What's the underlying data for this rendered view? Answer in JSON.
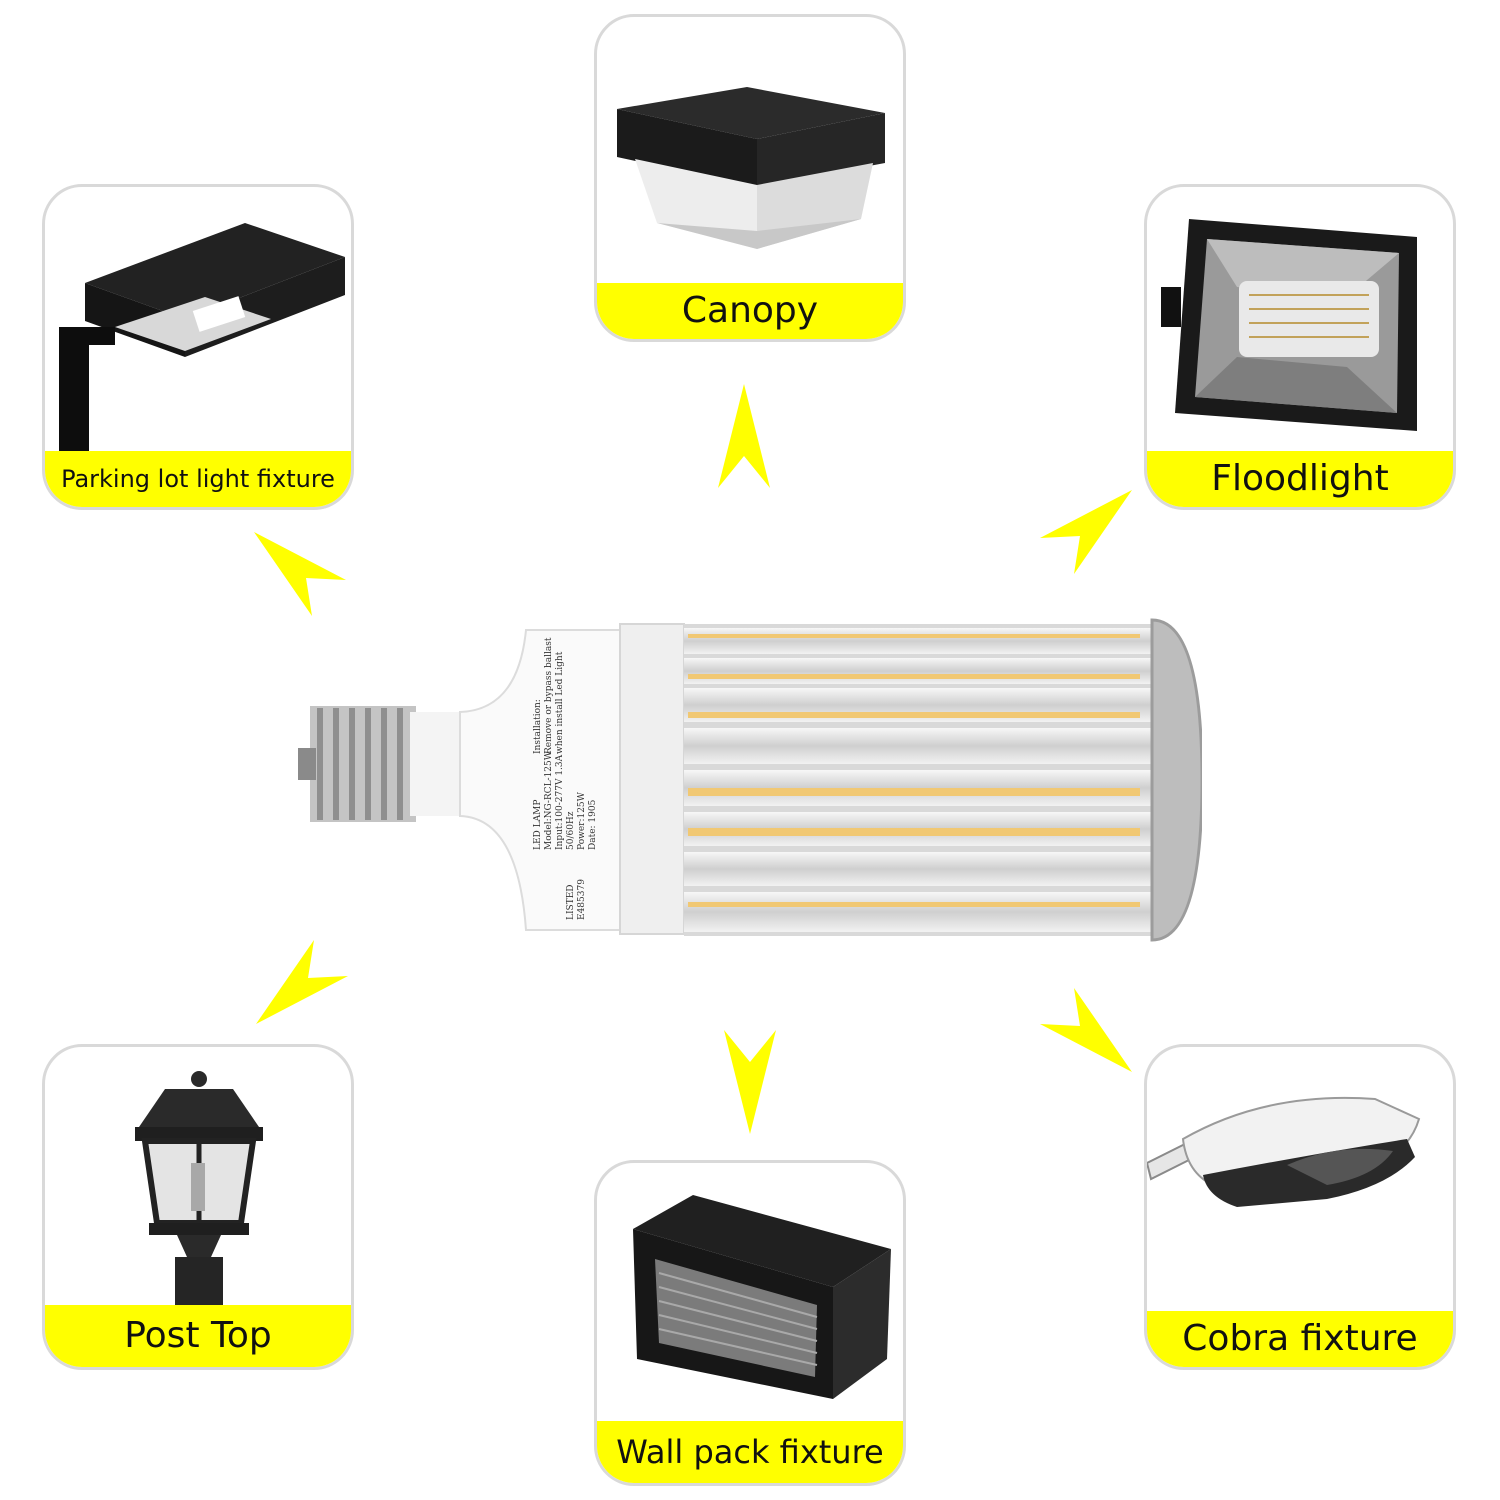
{
  "fixtures": {
    "canopy": {
      "label": "Canopy",
      "icon": "canopy-fixture-icon"
    },
    "parking": {
      "label": "Parking lot light fixture",
      "icon": "parking-lot-fixture-icon"
    },
    "floodlight": {
      "label": "Floodlight",
      "icon": "floodlight-icon"
    },
    "post_top": {
      "label": "Post Top",
      "icon": "post-top-lantern-icon"
    },
    "cobra": {
      "label": "Cobra fixture",
      "icon": "cobra-head-fixture-icon"
    },
    "wall_pack": {
      "label": "Wall pack fixture",
      "icon": "wall-pack-fixture-icon"
    }
  },
  "lamp_label": {
    "line1": "LED LAMP",
    "line2": "Model:NG-RCL-125W",
    "line3": "Input:100-277V 1.3A",
    "line4": "50/60Hz",
    "line5": "Power:125W",
    "line6": "Date: 1905",
    "listed": "LISTED",
    "file": "E485379",
    "install1": "Installation:",
    "install2": "Remove or bypass ballast",
    "install3": "when install Led Light"
  },
  "colors": {
    "accent": "#ffff00",
    "border": "#d9d9d9",
    "text": "#111111"
  }
}
